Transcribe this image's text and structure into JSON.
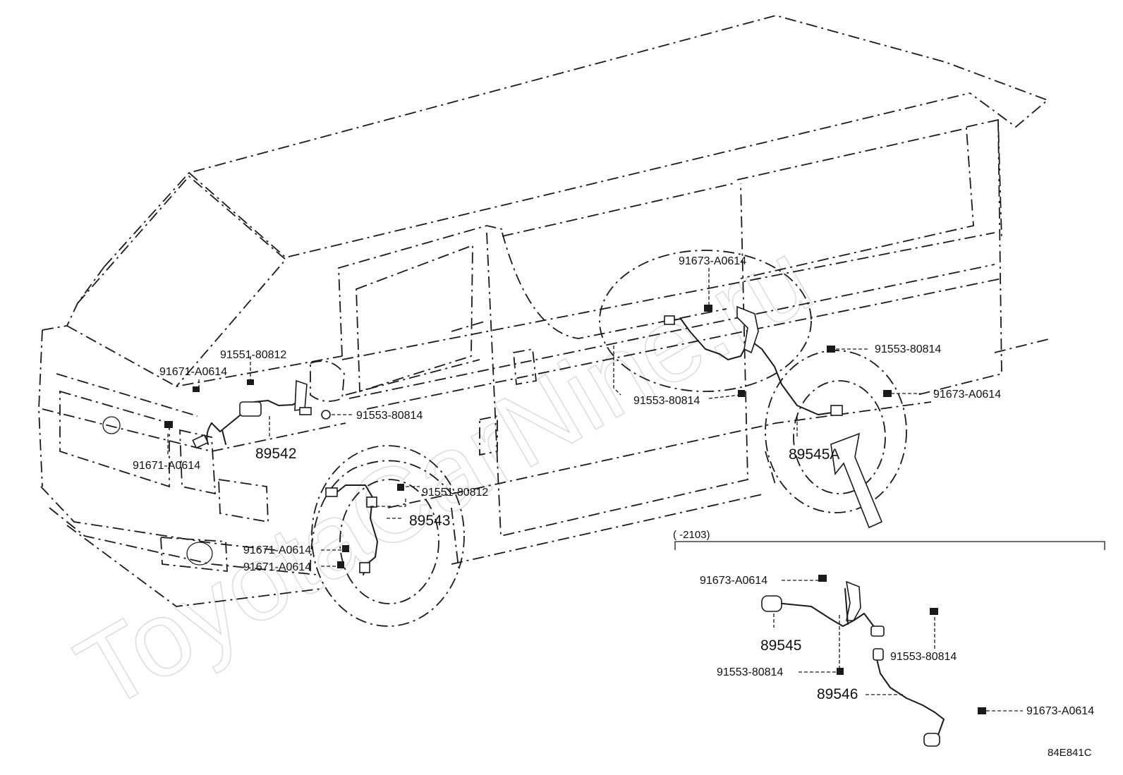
{
  "watermark": "ToyotaCarNine.ru",
  "labels": {
    "front_left_sensor": "89542",
    "front_left_bolt_a": "91671-A0614",
    "front_left_bolt_b": "91671-A0614",
    "front_left_clip": "91551-80812",
    "front_left_bolt_c": "91553-80814",
    "front_wheel_sensor": "89543",
    "front_wheel_clip": "91551-80812",
    "front_wheel_bolt_a": "91671-A0614",
    "front_wheel_bolt_b": "91671-A0614",
    "rear_top_bolt": "91673-A0614",
    "rear_left_bolt": "91553-80814",
    "rear_right_bolt": "91553-80814",
    "rear_lower_bolt": "91673-A0614",
    "rear_sensor": "89545A",
    "inset_range": "(     -2103)",
    "inset_top_bolt": "91673-A0614",
    "inset_sensor_a": "89545",
    "inset_bolt_right": "91553-80814",
    "inset_bolt_lower": "91553-80814",
    "inset_sensor_b": "89546",
    "inset_bottom_bolt": "91673-A0614",
    "diagram_code": "84E841C"
  }
}
